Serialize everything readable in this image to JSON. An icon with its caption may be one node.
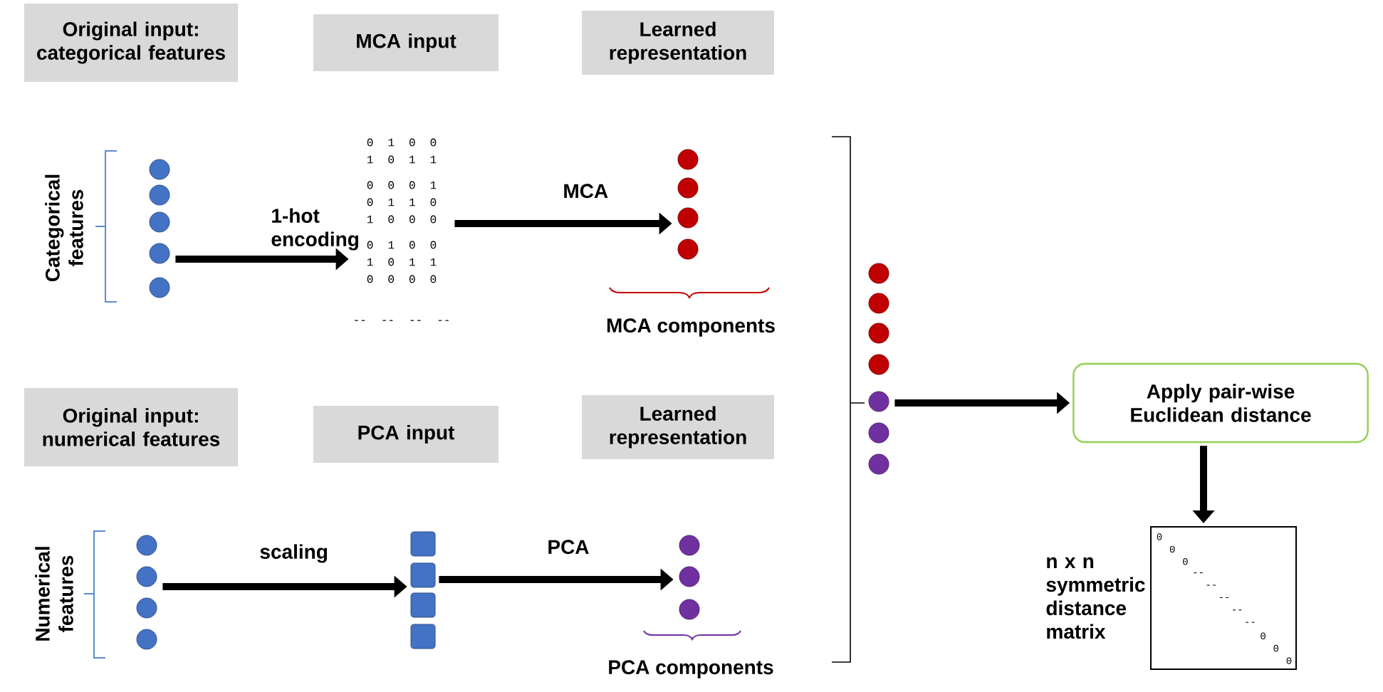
{
  "diagram": {
    "nodes": [
      {
        "text": [
          "Original input: categorical features"
        ]
      },
      {
        "text": [
          "MCA input"
        ]
      },
      {
        "text": [
          "Learned representation"
        ]
      },
      {
        "text": [
          "Original input: numerical features"
        ]
      },
      {
        "text": [
          "PCA input"
        ]
      },
      {
        "text": [
          "Learned representation"
        ]
      },
      {
        "text": [],
        "shape": "circle",
        "beside": [
          "Categorical features"
        ]
      },
      {
        "text": [
          "0 1 0 0",
          "1 0 1 1",
          "0 0 0 1",
          "0 1 1 0",
          "1 0 0 0",
          "0 1 0 0",
          "1 0 1 1",
          "0 0 0 0",
          "-- -- -- --"
        ]
      },
      {
        "text": [],
        "shape": "circle",
        "beside": [
          "MCA components"
        ]
      },
      {
        "text": [],
        "shape": "circle",
        "beside": [
          "Numerical features"
        ]
      },
      {
        "text": [],
        "shape": "box"
      },
      {
        "text": [],
        "shape": "circle",
        "beside": [
          "PCA components"
        ]
      },
      {
        "text": [],
        "shape": "circle"
      },
      {
        "text": [
          "Apply pair-wise Euclidean distance"
        ]
      },
      {
        "text": [
          "0",
          "0",
          "0",
          "--",
          "--",
          "--",
          "--",
          "--",
          "0",
          "0",
          "0"
        ],
        "beside": [
          "n x n symmetric distance matrix"
        ]
      }
    ],
    "edges": [
      {
        "from": 6,
        "to": 7,
        "arrow": "to",
        "label": "1-hot encoding"
      },
      {
        "from": 7,
        "to": 8,
        "arrow": "to",
        "label": "MCA"
      },
      {
        "from": 9,
        "to": 10,
        "arrow": "to",
        "label": "scaling"
      },
      {
        "from": 10,
        "to": 11,
        "arrow": "to",
        "label": "PCA"
      },
      {
        "from": 12,
        "to": 13,
        "arrow": "to"
      },
      {
        "from": 13,
        "to": 14,
        "arrow": "to"
      }
    ]
  }
}
